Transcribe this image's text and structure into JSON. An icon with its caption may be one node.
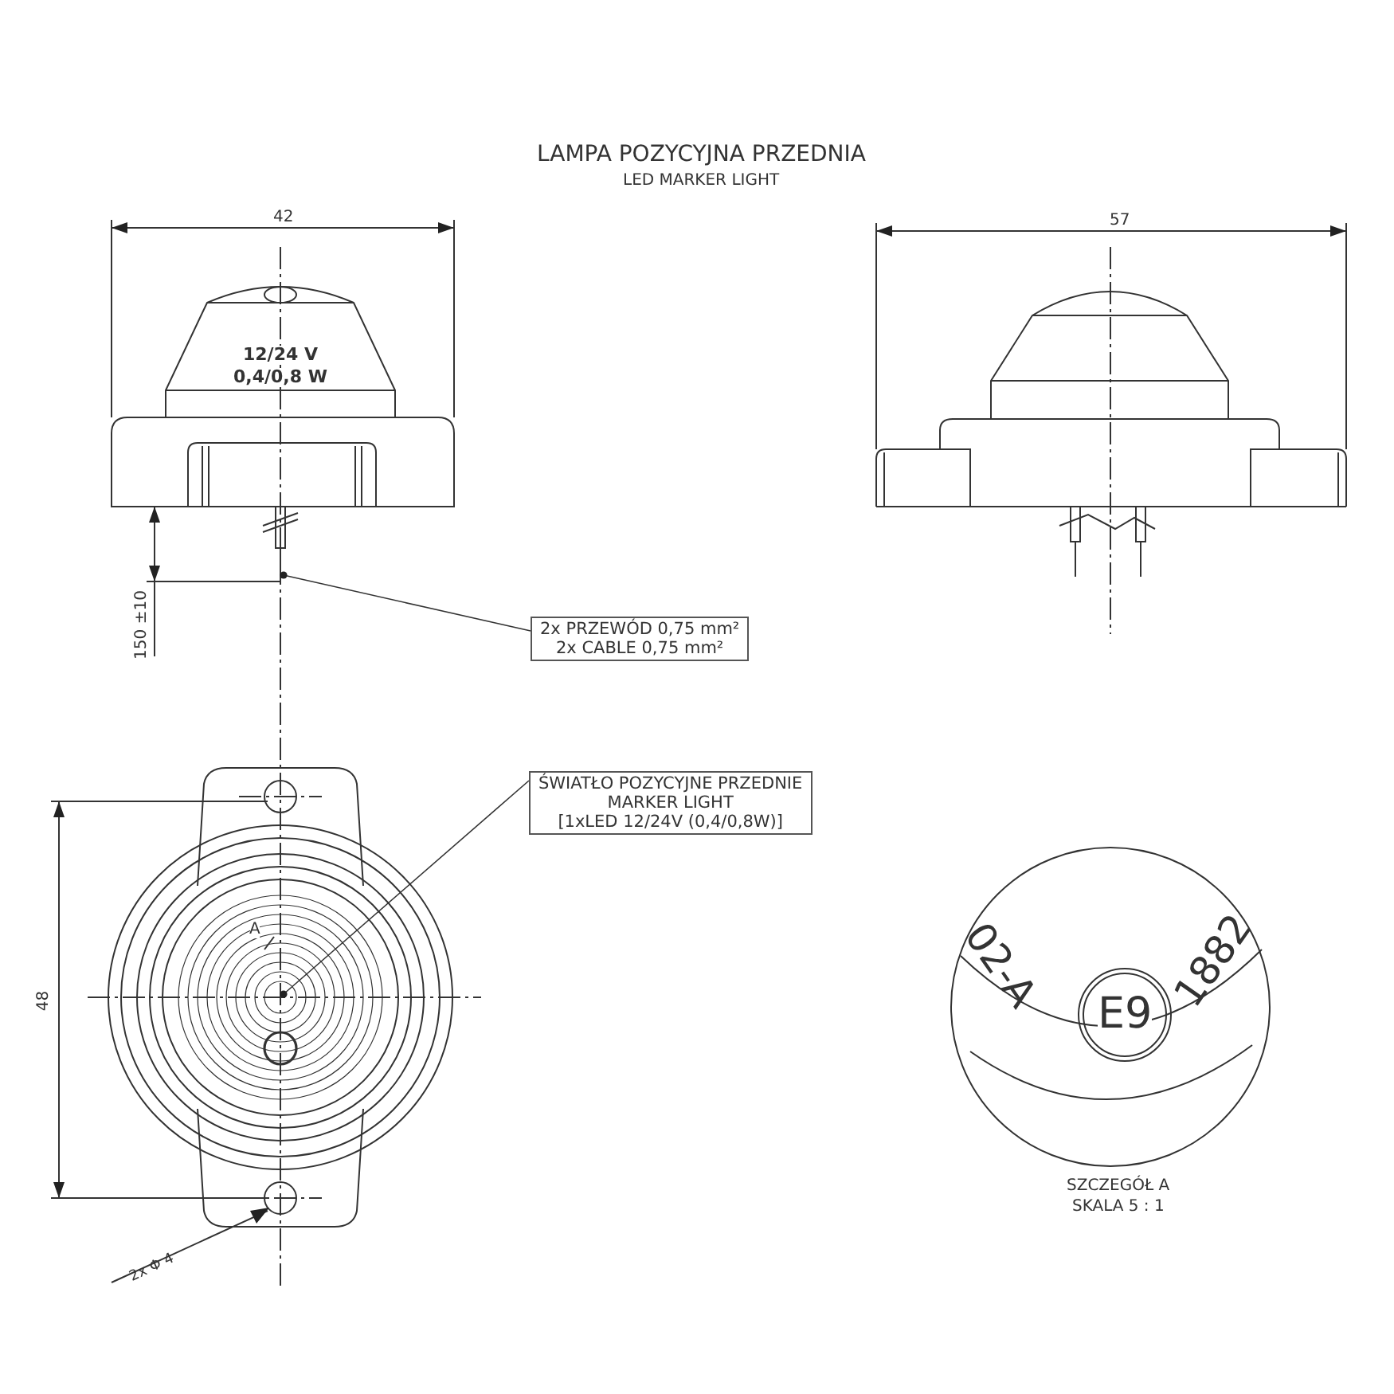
{
  "diagram": {
    "title": "LAMPA POZYCYJNA PRZEDNIA",
    "nodes": [
      {
        "text": [
          "2x PRZEWÓD 0,75 mm²",
          "2x CABLE 0,75 mm²"
        ]
      },
      {
        "text": [
          "ŚWIATŁO POZYCYJNE PRZEDNIE",
          "MARKER LIGHT",
          "[1xLED 12/24V (0,4/0,8W)]"
        ]
      },
      {
        "text": [],
        "shape": "picture"
      }
    ],
    "edges": [
      {
        "from": 0,
        "to": 2,
        "arrow": "other"
      },
      {
        "from": 1,
        "to": null,
        "arrow": "other"
      }
    ],
    "labels": [
      "LED MARKER LIGHT",
      "42",
      "12/24 V",
      "0,4/0,8 W",
      "57",
      "150 ±10",
      "48",
      "A",
      "02-A",
      "E9",
      "1882",
      "2x Φ 4",
      "SZCZEGÓŁ A",
      "SKALA 5 : 1"
    ]
  }
}
